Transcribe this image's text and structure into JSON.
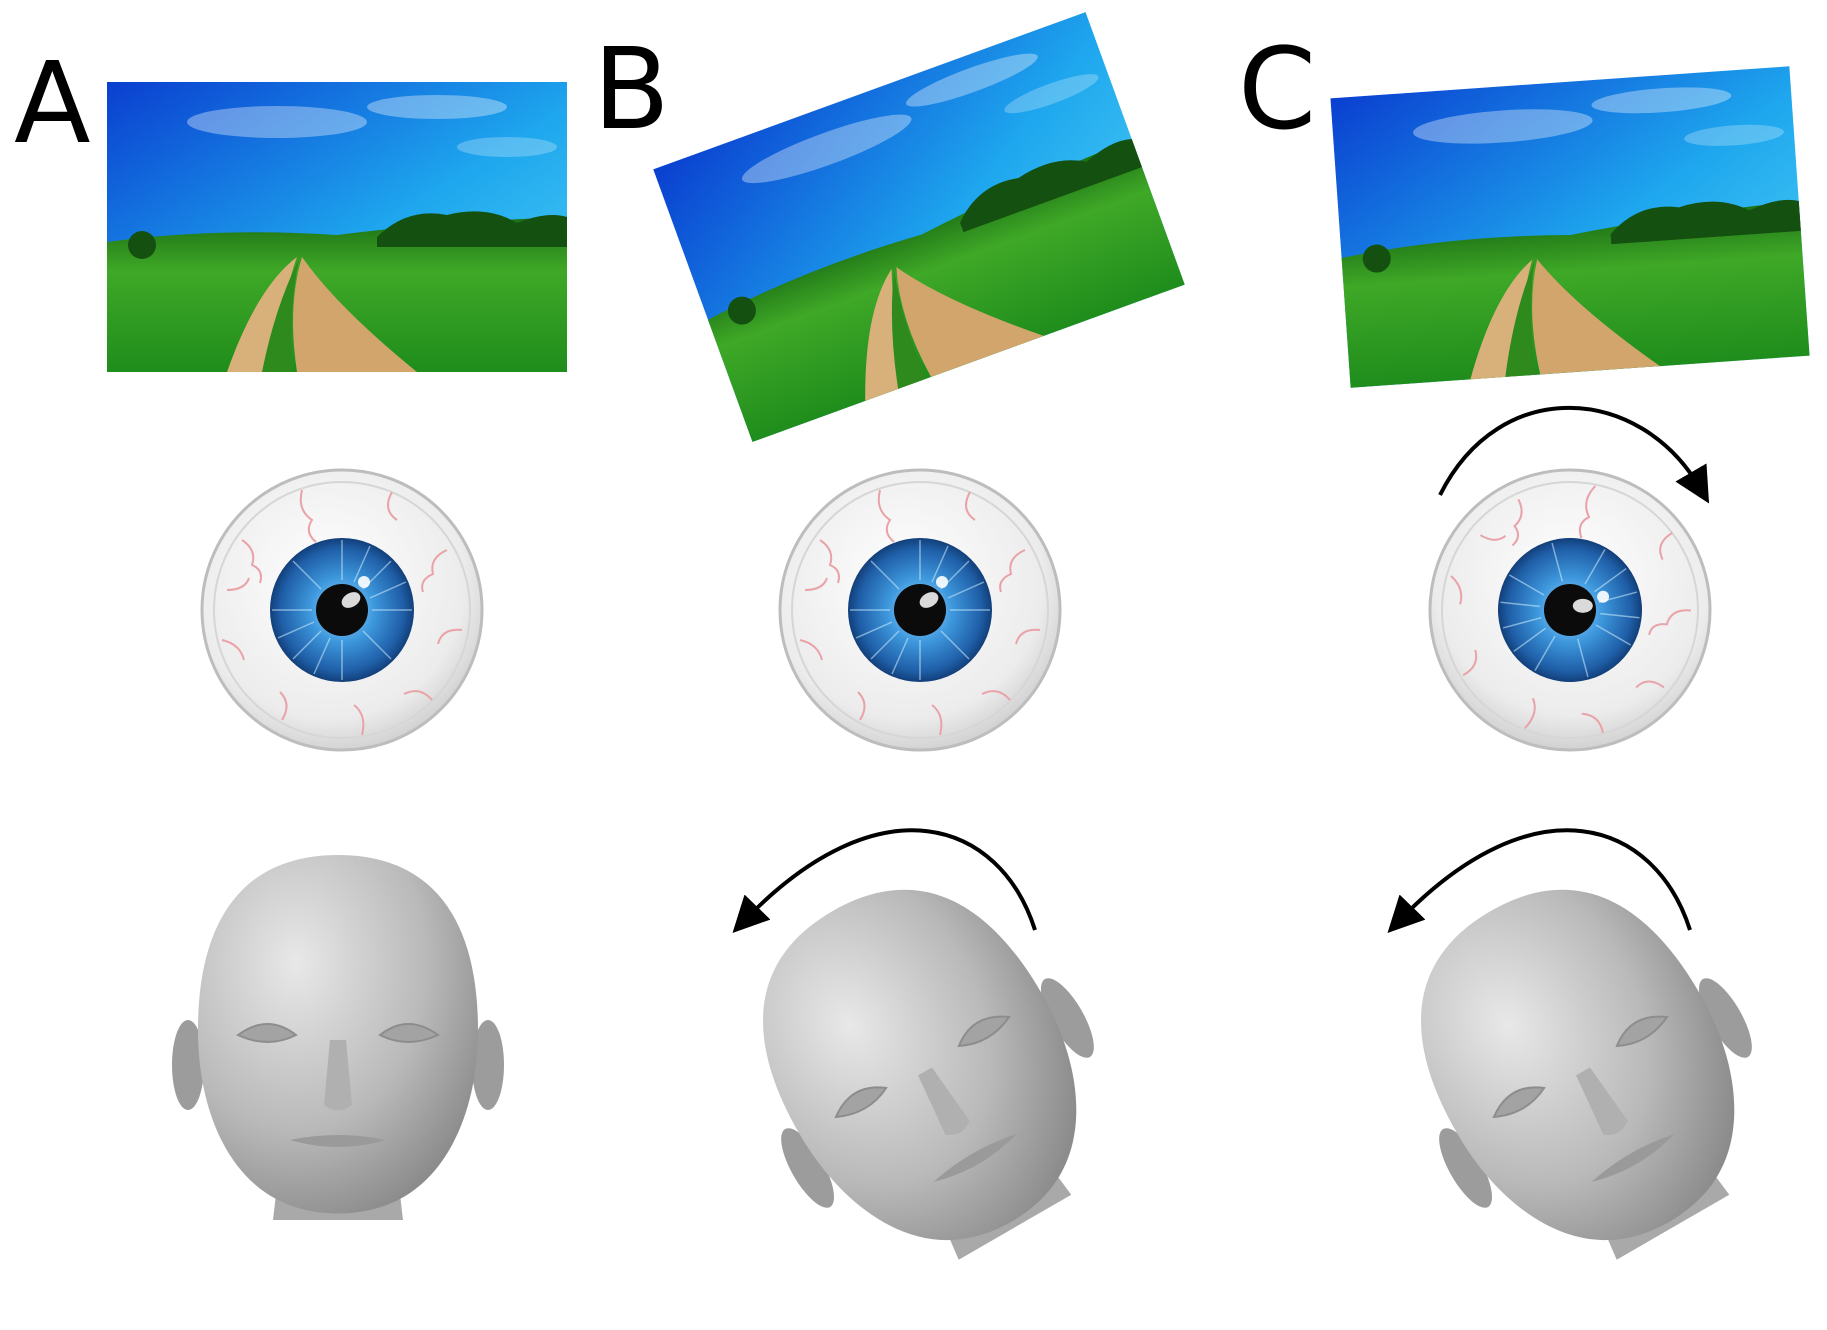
{
  "panels": [
    {
      "label": "A",
      "scene_tilt_deg": 0,
      "eye_counterroll": false,
      "head_tilt_deg": 0
    },
    {
      "label": "B",
      "scene_tilt_deg": -20,
      "eye_counterroll": false,
      "head_tilt_deg": -30
    },
    {
      "label": "C",
      "scene_tilt_deg": -4,
      "eye_counterroll": true,
      "head_tilt_deg": -30
    }
  ],
  "icons": {
    "scene": "landscape-photo-icon",
    "eye": "eyeball-icon",
    "head": "head-model-icon",
    "eye_rotation": "clockwise-arrow-icon",
    "head_rotation": "counterclockwise-arrow-icon"
  },
  "colors": {
    "sky_top": "#0a4fd6",
    "sky_bottom": "#2fc2f2",
    "grass": "#2f9c1e",
    "path": "#d9b27a",
    "iris": "#2a7fc9",
    "sclera": "#f2f2f2",
    "head": "#bdbdbd",
    "arrow": "#000000"
  }
}
